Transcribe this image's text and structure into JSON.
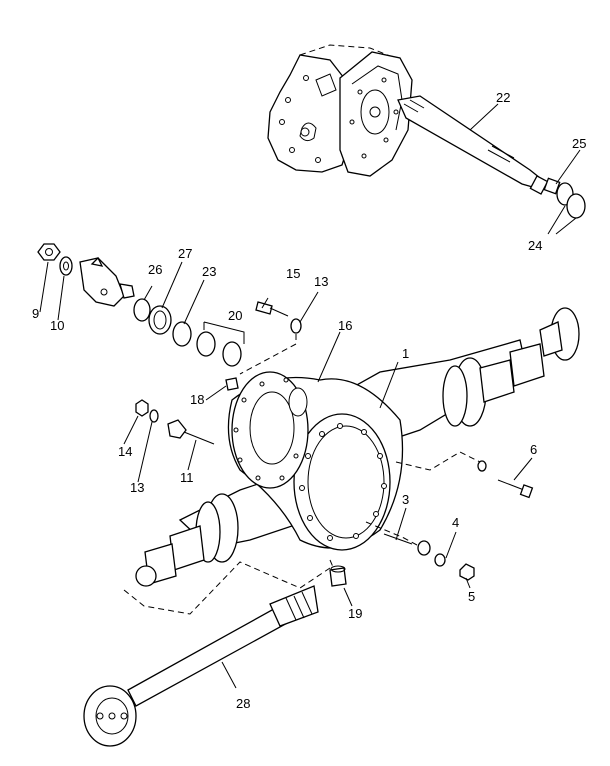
{
  "callouts": {
    "c1": "1",
    "c3": "3",
    "c4": "4",
    "c5": "5",
    "c6": "6",
    "c9": "9",
    "c10": "10",
    "c11": "11",
    "c13a": "13",
    "c13b": "13",
    "c14": "14",
    "c15": "15",
    "c16": "16",
    "c18": "18",
    "c19": "19",
    "c20": "20",
    "c22": "22",
    "c23": "23",
    "c24": "24",
    "c25": "25",
    "c26": "26",
    "c27": "27",
    "c28": "28"
  }
}
